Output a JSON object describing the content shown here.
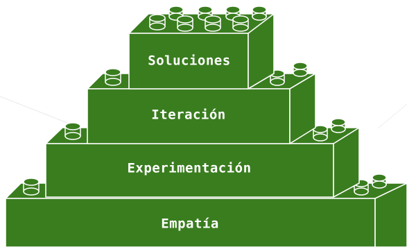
{
  "diagram": {
    "type": "stacked-block-pyramid",
    "accent_color": "#3a7d1f",
    "line_color": "#ffffff",
    "levels": [
      {
        "label": "Empatía"
      },
      {
        "label": "Experimentación"
      },
      {
        "label": "Iteración"
      },
      {
        "label": "Soluciones"
      }
    ]
  }
}
